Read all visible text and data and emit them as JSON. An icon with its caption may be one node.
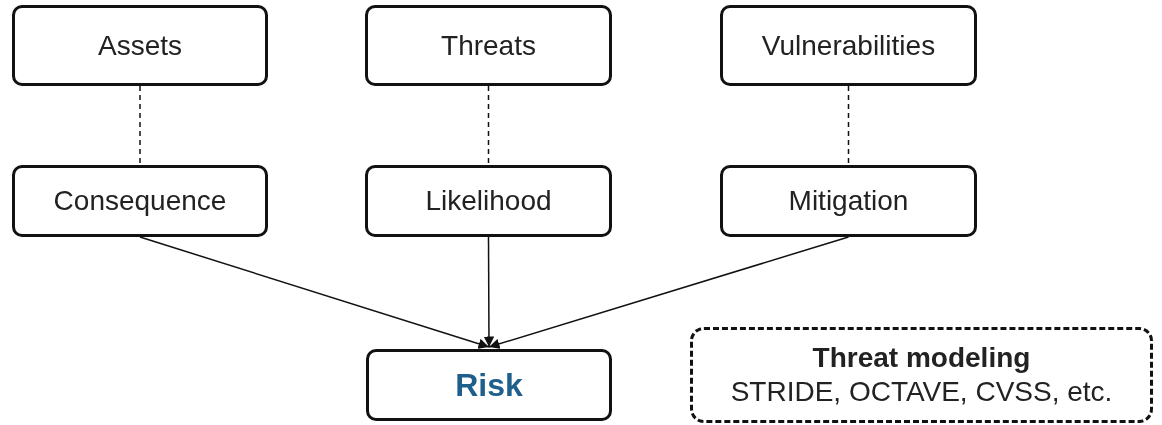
{
  "diagram": {
    "nodes": [
      {
        "text": [
          "Assets"
        ]
      },
      {
        "text": [
          "Threats"
        ]
      },
      {
        "text": [
          "Vulnerabilities"
        ]
      },
      {
        "text": [
          "Consequence"
        ]
      },
      {
        "text": [
          "Likelihood"
        ]
      },
      {
        "text": [
          "Mitigation"
        ]
      },
      {
        "text": [
          "Risk"
        ]
      },
      {
        "text": [
          "Threat modeling",
          "STRIDE, OCTAVE, CVSS, etc."
        ]
      }
    ],
    "edges": [
      {
        "from": 0,
        "to": 3,
        "arrow": "none",
        "style": "dashed"
      },
      {
        "from": 1,
        "to": 4,
        "arrow": "none",
        "style": "dashed"
      },
      {
        "from": 2,
        "to": 5,
        "arrow": "none",
        "style": "dashed"
      },
      {
        "from": 3,
        "to": 6,
        "arrow": "to"
      },
      {
        "from": 4,
        "to": 6,
        "arrow": "to"
      },
      {
        "from": 5,
        "to": 6,
        "arrow": "to"
      }
    ]
  }
}
